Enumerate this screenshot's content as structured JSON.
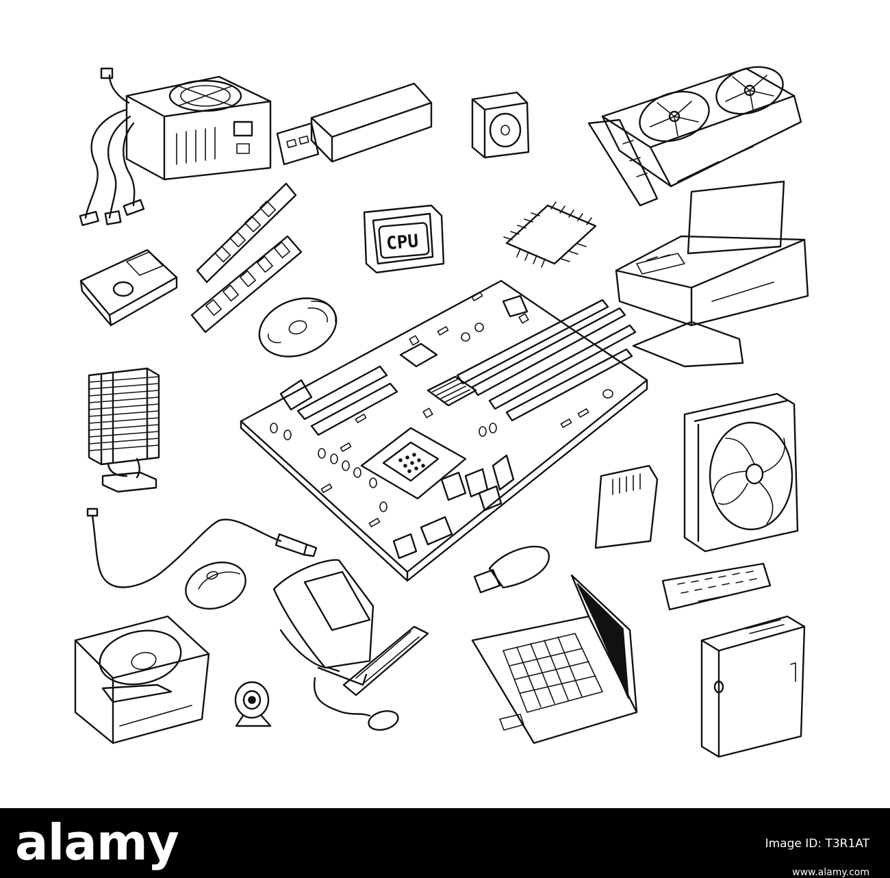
{
  "illustration": {
    "cpu_label": "CPU",
    "items": [
      "power-supply",
      "usb-flash-drive",
      "hard-drive-small",
      "graphics-card",
      "ram-modules",
      "cpu",
      "microchip",
      "printer",
      "ssd",
      "optical-disc",
      "motherboard",
      "cpu-cooler",
      "case-fan",
      "sd-card",
      "usb-cable",
      "usb-stick",
      "mouse",
      "keyboard",
      "hard-drive-open",
      "desktop-computer",
      "webcam",
      "laptop",
      "pc-tower"
    ]
  },
  "footer": {
    "brand": "alamy",
    "image_id": "Image ID: T3R1AT",
    "url": "www.alamy.com"
  }
}
